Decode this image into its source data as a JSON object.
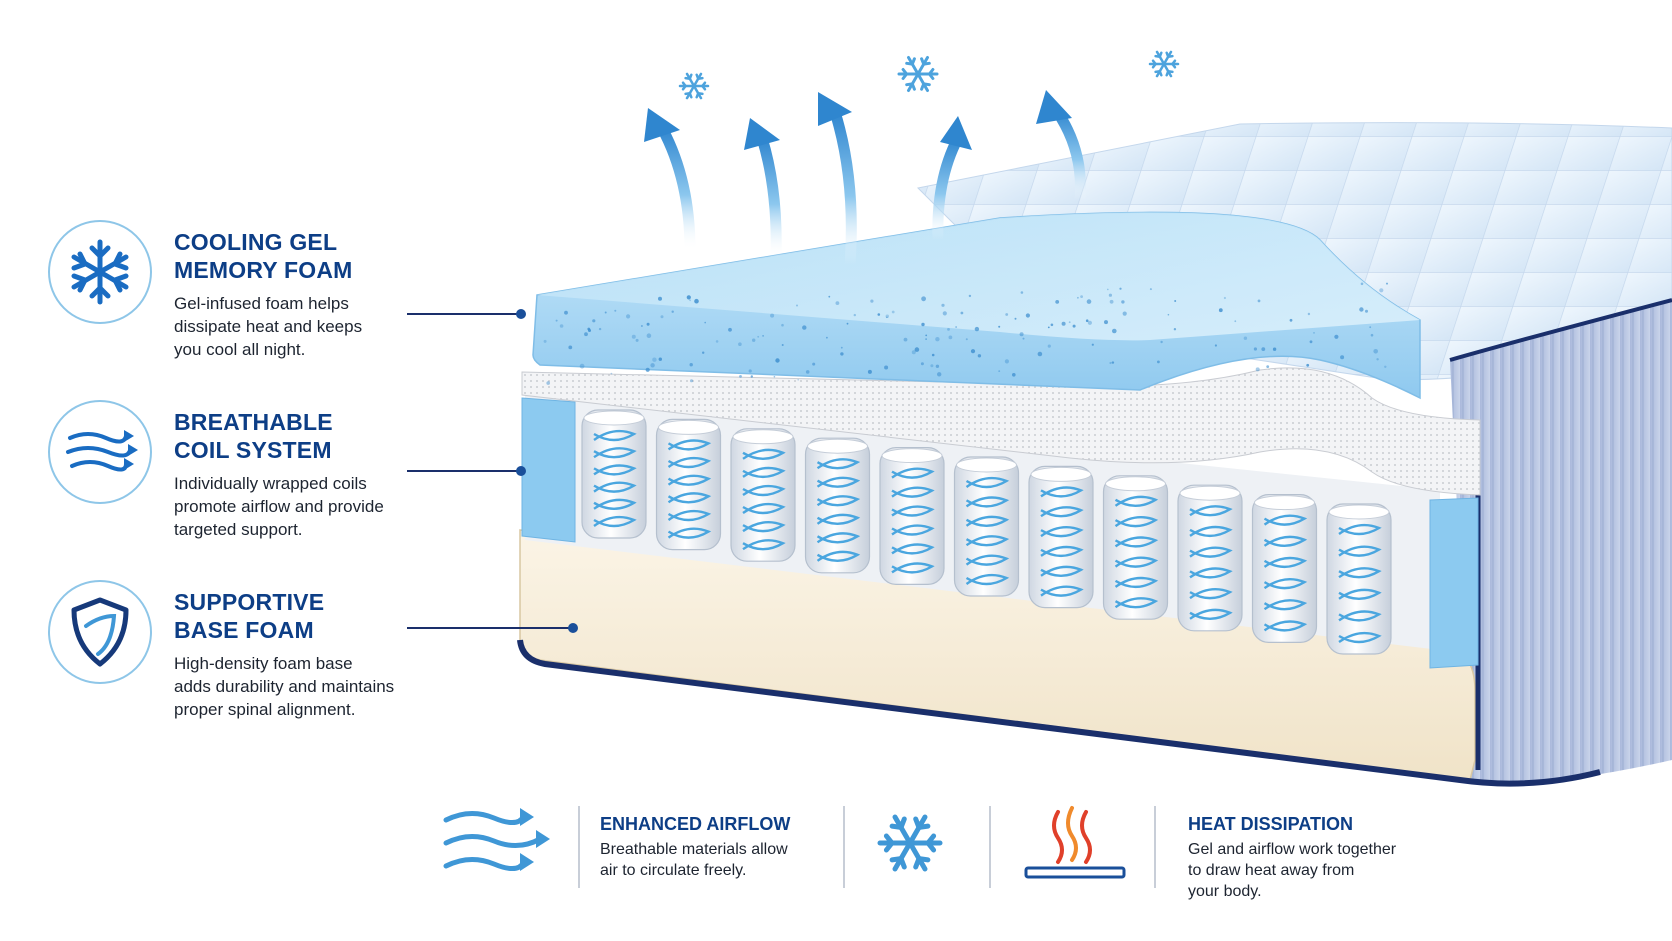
{
  "features": [
    {
      "icon": "snowflake-icon",
      "title_line1": "COOLING GEL",
      "title_line2": "MEMORY FOAM",
      "desc_line1": "Gel-infused foam helps",
      "desc_line2": "dissipate heat and keeps",
      "desc_line3": "you cool all night."
    },
    {
      "icon": "airflow-arrows-icon",
      "title_line1": "BREATHABLE",
      "title_line2": "COIL SYSTEM",
      "desc_line1": "Individually wrapped coils",
      "desc_line2": "promote airflow and provide",
      "desc_line3": "targeted support."
    },
    {
      "icon": "shield-icon",
      "title_line1": "SUPPORTIVE",
      "title_line2": "BASE FOAM",
      "desc_line1": "High-density foam base",
      "desc_line2": "adds durability and maintains",
      "desc_line3": "proper spinal alignment."
    }
  ],
  "bottom": {
    "airflow": {
      "icon": "airflow-arrows-icon",
      "title": "ENHANCED AIRFLOW",
      "desc_line1": "Breathable materials allow",
      "desc_line2": "air to circulate freely."
    },
    "middle_icon": "snowflake-icon",
    "heat": {
      "icon": "heat-waves-icon",
      "title": "HEAT DISSIPATION",
      "desc_line1": "Gel and airflow work together",
      "desc_line2": "to draw heat away from",
      "desc_line3": "your body."
    }
  },
  "colors": {
    "brand_navy": "#0d3e86",
    "accent_blue": "#3f97d6",
    "gel_blue": "#a9d7f3",
    "base_cream": "#f6ecd8",
    "heat_red": "#e0402a",
    "heat_orange": "#f08a2c"
  }
}
